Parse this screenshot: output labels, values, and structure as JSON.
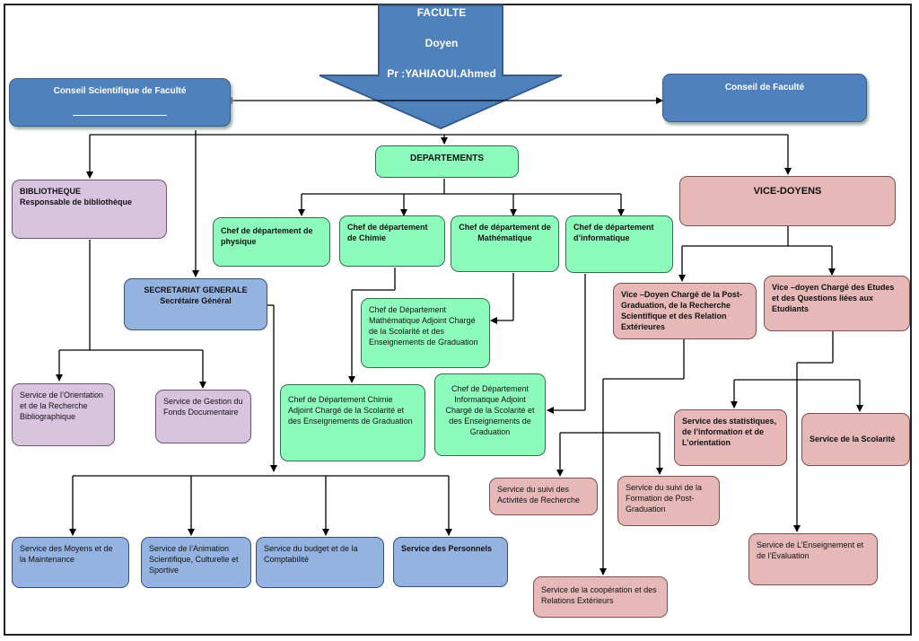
{
  "doyen": {
    "line1": "FACULTE",
    "line2": "Doyen",
    "line3": "Pr :YAHIAOUI.Ahmed"
  },
  "conseil_scientifique": "Conseil Scientifique de Faculté",
  "conseil_faculte": "Conseil de Faculté",
  "departements": "DEPARTEMENTS",
  "vice_doyens": "VICE-DOYENS",
  "bibliotheque": {
    "title": "BIBLIOTHEQUE",
    "subtitle": "Responsable de bibliothèque"
  },
  "secretariat": {
    "title": "SECRETARIAT GENERALE",
    "subtitle": "Secrétaire Général"
  },
  "chefs": [
    "Chef de département de physique",
    "Chef de département de Chimie",
    "Chef de département de Mathématique",
    "Chef de département d’informatique"
  ],
  "adjoints": {
    "math": "Chef de Département Mathématique Adjoint Chargé de la Scolarité et des Enseignements de Graduation",
    "chimie": "Chef de Département Chimie Adjoint Chargé de la Scolarité et des Enseignements de Graduation",
    "info": "Chef de Département Informatique Adjoint Chargé de la Scolarité et des Enseignements de Graduation"
  },
  "vice_doyen_pg": "Vice –Doyen Chargé de la Post-Graduation, de la Recherche Scientifique et des Relation Extérieures",
  "vice_doyen_etudes": "Vice –doyen Chargé des Etudes et des Questions liées aux Etudiants",
  "services_biblio": {
    "orientation": "Service de l’Orientation et de la Recherche Bibliographique",
    "fonds": "Service de Gestion du Fonds Documentaire"
  },
  "services_sg": {
    "moyens": "Service des Moyens et de la Maintenance",
    "animation": "Service de l’Animation Scientifique, Culturelle et Sportive",
    "budget": "Service du budget et de la Comptabilité",
    "personnels": "Service des Personnels"
  },
  "services_pg": {
    "recherche": "Service du suivi des Activités de Recherche",
    "formation": "Service du suivi de la Formation de Post-Graduation",
    "cooperation": "Service de la coopération et des Relations Extérieurs"
  },
  "services_etudes": {
    "statistiques": "Service des statistiques, de l’information et de L’orientation",
    "scolarite": "Service de la Scolarité",
    "enseignement": "Service de L’Enseignement et de l’Evaluation"
  },
  "colors": {
    "blue": "#4f81bd",
    "green": "#8dfbbb",
    "purple": "#d9c4e0",
    "light_blue": "#95b3e0",
    "pink": "#e6b8b8"
  }
}
